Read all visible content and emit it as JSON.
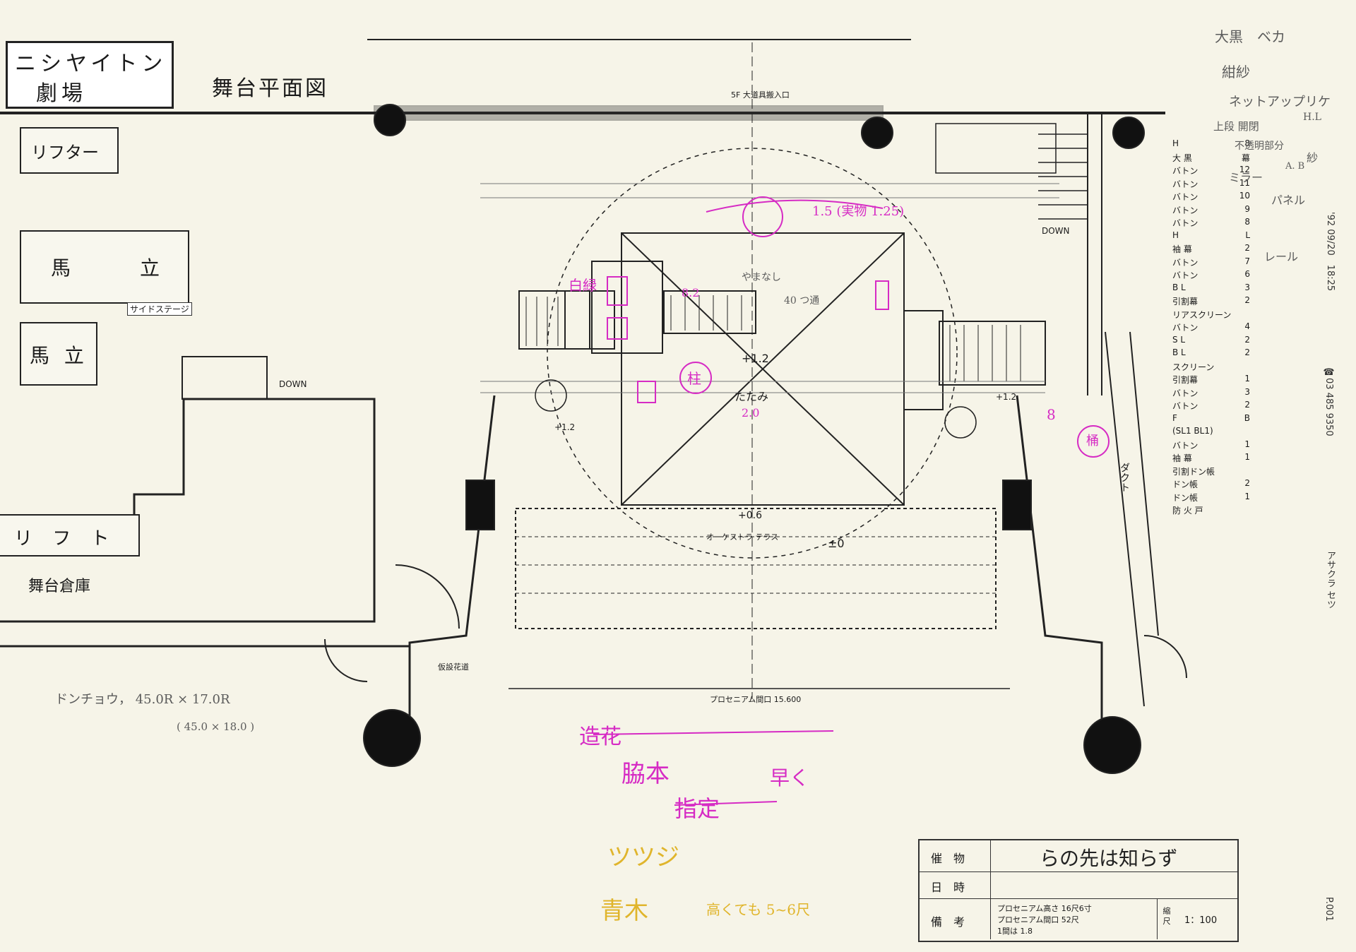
{
  "header": {
    "logo_top": "ニシヤイトン",
    "logo_bottom": "劇場",
    "title": "舞台平面図"
  },
  "left_labels": {
    "lifter": "リフター",
    "horse_stand_1": "馬　　立",
    "side_stage": "サイドステージ",
    "horse_stand_2": "馬 立",
    "lift": "リ フ ト",
    "storage": "舞台倉庫",
    "down": "DOWN"
  },
  "stage_labels": {
    "loading_entrance": "5F 大道具搬入口",
    "down": "DOWN",
    "tatami": "たたみ",
    "level_center": "+1.2",
    "level_left": "+1.2",
    "level_right": "+1.2",
    "level_front": "+0.6",
    "level_front2": "±0",
    "orchestra": "オーケストラ テラス",
    "duct": "ダクト",
    "hanamichi": "仮設花道",
    "proscenium": "プロセニアム間口 15.600"
  },
  "legend": [
    {
      "name": "H",
      "num": "8"
    },
    {
      "name": "大 黒",
      "num": "幕"
    },
    {
      "name": "バトン",
      "num": "12"
    },
    {
      "name": "バトン",
      "num": "11"
    },
    {
      "name": "バトン",
      "num": "10"
    },
    {
      "name": "バトン",
      "num": "9"
    },
    {
      "name": "バトン",
      "num": "8"
    },
    {
      "name": "H",
      "num": "L"
    },
    {
      "name": "袖 幕",
      "num": "2"
    },
    {
      "name": "バトン",
      "num": "7"
    },
    {
      "name": "バトン",
      "num": "6"
    },
    {
      "name": "B L",
      "num": "3"
    },
    {
      "name": "引割幕",
      "num": "2"
    },
    {
      "name": "リアスクリーン",
      "num": ""
    },
    {
      "name": "バトン",
      "num": "4"
    },
    {
      "name": "S L",
      "num": "2"
    },
    {
      "name": "B L",
      "num": "2"
    },
    {
      "name": "スクリーン",
      "num": ""
    },
    {
      "name": "引割幕",
      "num": "1"
    },
    {
      "name": "バトン",
      "num": "3"
    },
    {
      "name": "バトン",
      "num": "2"
    },
    {
      "name": "F",
      "num": "B"
    },
    {
      "name": "(SL1 BL1)",
      "num": ""
    },
    {
      "name": "バトン",
      "num": "1"
    },
    {
      "name": "袖 幕",
      "num": "1"
    },
    {
      "name": "引割ドン帳",
      "num": ""
    },
    {
      "name": "ドン帳",
      "num": "2"
    },
    {
      "name": "ドン帳",
      "num": "1"
    },
    {
      "name": "防 火 戸",
      "num": ""
    }
  ],
  "title_block": {
    "h1": "催　物",
    "v1": "らの先は知らず",
    "h2": "日　時",
    "h3": "備　考",
    "n1": "プロセニアム高さ 16尺6寸",
    "n2": "プロセニアム間口 52尺",
    "n3": "1間は 1.8",
    "scale_label": "縮 尺",
    "scale": "1：100"
  },
  "side_strip": {
    "fax_date": "'92 09/20　18:25",
    "fax_tel": "☎03 485 9350",
    "sender": "アサクラ セツ",
    "page": "P.001"
  },
  "annotations": {
    "dims": "ドンチョウ，  45.0R × 17.0R",
    "dims2": "( 45.0 × 18.0 )",
    "magenta_1": "造花",
    "magenta_2": "脇本",
    "magenta_3": "指定",
    "magenta_4": "早く",
    "magenta_top": "1.5 (実物 1.25)",
    "magenta_left": "白緑",
    "magenta_pillar": "柱",
    "magenta_right": "桶",
    "magenta_d1": "8.2",
    "magenta_d2": "2.0",
    "magenta_d3": "8",
    "yellow_1": "ツツジ",
    "yellow_2": "青木",
    "yellow_3": "高くても 5~6尺",
    "grey_1": "大黒　ベカ",
    "grey_2": "紺紗",
    "grey_3": "ネットアップリケ",
    "grey_4": "H.L",
    "grey_5": "上段 開閉",
    "grey_6": "不透明部分",
    "grey_7": "ミラー",
    "grey_8": "パネル",
    "grey_9": "レール",
    "grey_10": "紗",
    "grey_11": "A. B",
    "stage_note": "やまなし",
    "stage_note2": "40 つ通"
  }
}
